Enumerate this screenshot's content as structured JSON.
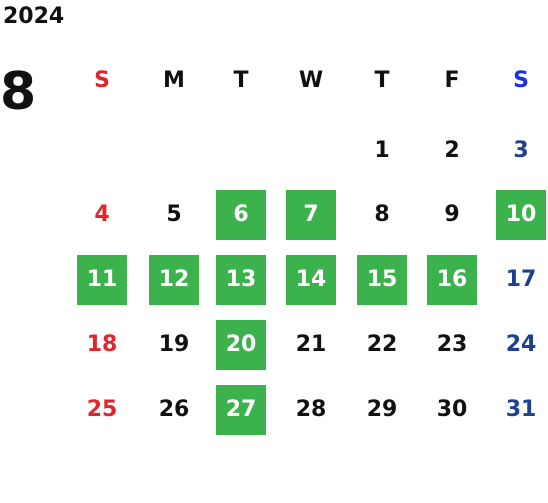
{
  "calendar": {
    "year": "2024",
    "month": "8",
    "weekdays": [
      "S",
      "M",
      "T",
      "W",
      "T",
      "F",
      "S"
    ],
    "colors": {
      "sunday": "#e0262b",
      "saturday_header": "#1a2fe0",
      "saturday": "#1f3f8f",
      "weekday": "#111111",
      "highlight_bg": "#3cb24c",
      "highlight_text": "#ffffff"
    },
    "weeks": [
      [
        null,
        null,
        null,
        null,
        {
          "d": "1"
        },
        {
          "d": "2"
        },
        {
          "d": "3"
        }
      ],
      [
        {
          "d": "4"
        },
        {
          "d": "5"
        },
        {
          "d": "6",
          "hl": true
        },
        {
          "d": "7",
          "hl": true
        },
        {
          "d": "8"
        },
        {
          "d": "9"
        },
        {
          "d": "10",
          "hl": true
        }
      ],
      [
        {
          "d": "11",
          "hl": true
        },
        {
          "d": "12",
          "hl": true
        },
        {
          "d": "13",
          "hl": true
        },
        {
          "d": "14",
          "hl": true
        },
        {
          "d": "15",
          "hl": true
        },
        {
          "d": "16",
          "hl": true
        },
        {
          "d": "17"
        }
      ],
      [
        {
          "d": "18"
        },
        {
          "d": "19"
        },
        {
          "d": "20",
          "hl": true
        },
        {
          "d": "21"
        },
        {
          "d": "22"
        },
        {
          "d": "23"
        },
        {
          "d": "24"
        }
      ],
      [
        {
          "d": "25"
        },
        {
          "d": "26"
        },
        {
          "d": "27",
          "hl": true
        },
        {
          "d": "28"
        },
        {
          "d": "29"
        },
        {
          "d": "30"
        },
        {
          "d": "31"
        }
      ]
    ]
  }
}
